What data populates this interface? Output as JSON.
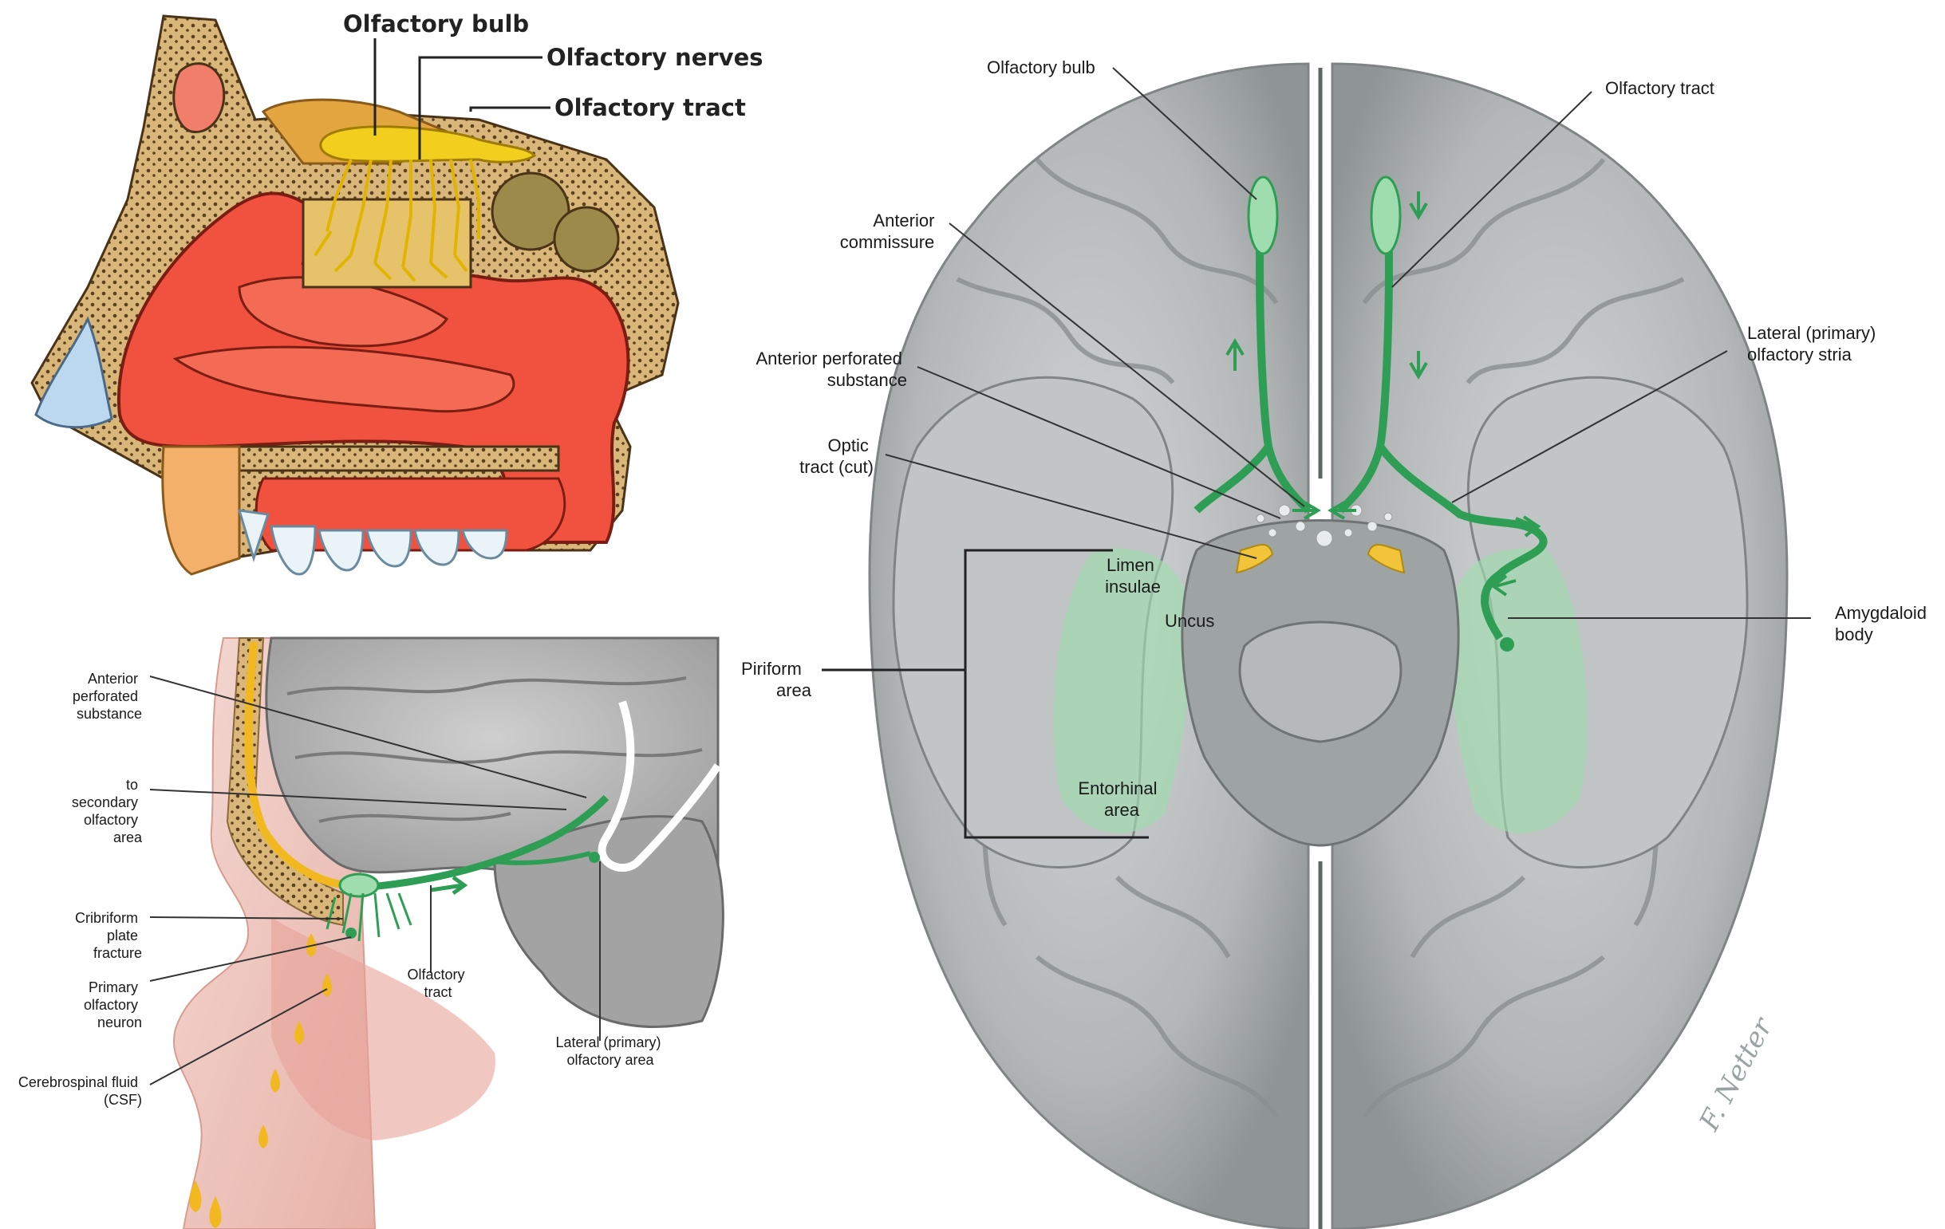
{
  "panels": {
    "nose": {
      "labels": {
        "bulb": "Olfactory bulb",
        "nerves": "Olfactory nerves",
        "tract": "Olfactory tract"
      }
    },
    "sagittal": {
      "labels": {
        "aps": [
          "Anterior",
          "perforated",
          "substance"
        ],
        "secondary": [
          "to",
          "secondary",
          "olfactory",
          "area"
        ],
        "cribriform": [
          "Cribriform",
          "plate",
          "fracture"
        ],
        "primary": [
          "Primary",
          "olfactory",
          "neuron"
        ],
        "csf": [
          "Cerebrospinal fluid",
          "(CSF)"
        ],
        "tract": [
          "Olfactory",
          "tract"
        ],
        "lateral": [
          "Lateral (primary)",
          "olfactory area"
        ]
      }
    },
    "brain": {
      "labels": {
        "bulb": "Olfactory bulb",
        "tract": "Olfactory tract",
        "anterior_commissure": [
          "Anterior",
          "commissure"
        ],
        "aps": [
          "Anterior perforated",
          "substance"
        ],
        "optic": [
          "Optic",
          "tract (cut)"
        ],
        "lateral_stria": [
          "Lateral (primary)",
          "olfactory stria"
        ],
        "limen": [
          "Limen",
          "insulae"
        ],
        "uncus": "Uncus",
        "piriform": [
          "Piriform",
          "area"
        ],
        "entorhinal": [
          "Entorhinal",
          "area"
        ],
        "amygdaloid": [
          "Amygdaloid",
          "body"
        ]
      },
      "signature": "F. Netter"
    }
  },
  "colors": {
    "olfactory_green": "#2e9e55",
    "green_fill": "#9fdcae",
    "nerve_yellow": "#f2cf1f",
    "mucosa_red": "#f0523f",
    "bone_tan": "#c9a46a",
    "brain_gray": "#a9adad"
  }
}
